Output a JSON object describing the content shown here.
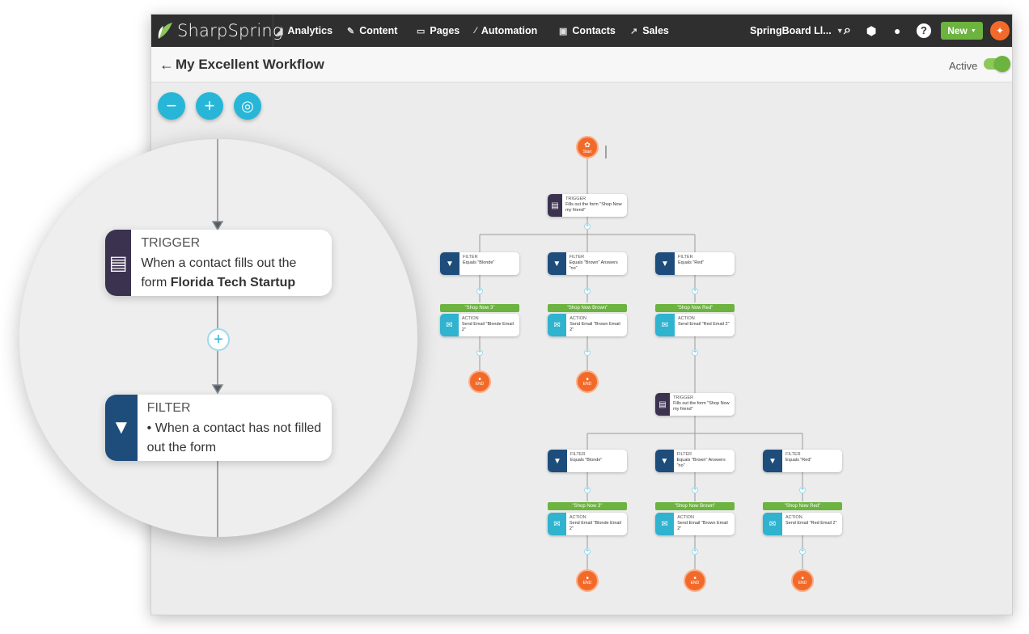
{
  "brand": {
    "name": "SharpSpring"
  },
  "nav": {
    "items": [
      {
        "label": "Analytics",
        "icon": "chart-icon"
      },
      {
        "label": "Content",
        "icon": "pencil-icon"
      },
      {
        "label": "Pages",
        "icon": "window-icon"
      },
      {
        "label": "Automation",
        "icon": "wand-icon"
      },
      {
        "label": "Contacts",
        "icon": "address-book-icon"
      },
      {
        "label": "Sales",
        "icon": "trend-icon"
      }
    ],
    "account": "SpringBoard Ll...",
    "new_label": "New"
  },
  "workflow": {
    "title": "My Excellent Workflow",
    "active_label": "Active",
    "active": true
  },
  "zoom": {
    "minus": "−",
    "plus": "+",
    "center": "◎"
  },
  "colors": {
    "accent": "#27b6d8",
    "green": "#6cb33f",
    "orange": "#f26a2a",
    "trigger": "#3b3250",
    "filter": "#1e4d7b"
  },
  "flow": {
    "start_label": "Start",
    "end_label": "END",
    "trigger_label": "TRIGGER",
    "filter_label": "FILTER",
    "action_label": "ACTION",
    "trigger1": "Fills out the form \"Shop Now my friend\"",
    "trigger2": "Fills out the form \"Shop Now my friend\"",
    "filters": [
      {
        "text": "Equals \"Blonde\""
      },
      {
        "text": "Equals \"Brown\" Answers \"no\""
      },
      {
        "text": "Equals \"Red\""
      }
    ],
    "branches": [
      {
        "tag": "\"Shop Now 3\"",
        "action": "Send Email \"Blonde Email 2\""
      },
      {
        "tag": "\"Shop Now Brown\"",
        "action": "Send Email \"Brown Email 2\""
      },
      {
        "tag": "\"Shop Now Red\"",
        "action": "Send Email \"Red Email 2\""
      }
    ]
  },
  "zoomed": {
    "trigger_heading": "TRIGGER",
    "trigger_text": "When a contact fills out the form",
    "trigger_bold": "Florida Tech Startup",
    "filter_heading": "FILTER",
    "filter_text": "• When a contact has not filled out the form"
  }
}
